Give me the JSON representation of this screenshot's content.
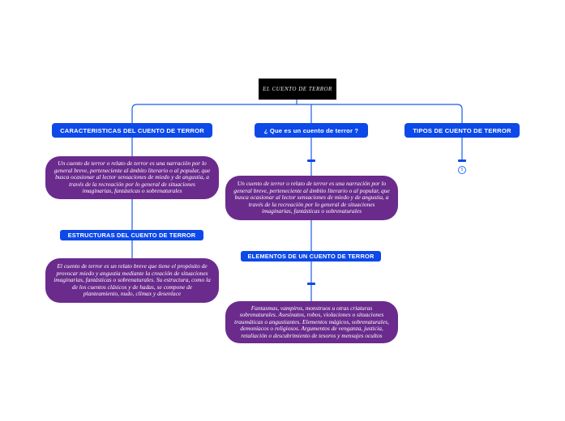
{
  "root": {
    "title": "EL CUENTO DE TERROR"
  },
  "topics": [
    {
      "label": "CARACTERISTICAS DEL CUENTO DE TERROR"
    },
    {
      "label": "¿ Que es un cuento de terror ?"
    },
    {
      "label": "TIPOS DE CUENTO DE TERROR"
    }
  ],
  "subtopics": [
    {
      "label": "ESTRUCTURAS DEL CUENTO DE TERROR"
    },
    {
      "label": "ELEMENTOS DE UN CUENTO DE TERROR"
    }
  ],
  "notes": [
    {
      "text": "Un cuento de terror o relato de terror es una narración por lo general breve, perteneciente al ámbito literario o al popular, que busca ocasionar al lector sensaciones de miedo y de angustia, a través de la recreación por lo general de situaciones imaginarias, fantásticas o sobrenaturales"
    },
    {
      "text": "El cuento de terror es un relato breve que tiene el propósito de provocar miedo y angustia mediante la creación de situaciones imaginarias, fantásticas o sobrenaturales. Su estructura, como la de los cuentos clásicos y de hadas, se compone de planteamiento, nudo, clímax y desenlace"
    },
    {
      "text": "Un cuento de terror o relato de terror es una narración por lo general breve, perteneciente al ámbito literario o al popular, que busca ocasionar al lector sensaciones de miedo y de angustia, a través de la recreación por lo general de situaciones imaginarias, fantásticas o sobrenaturales"
    },
    {
      "text": "Fantasmas, vampiros, monstruos u otras criaturas sobrenaturales. Asesinatos, robos, violaciones o situaciones traumáticas o angustiantes. Elementos mágicos, sobrenaturales, demoníacos o religiosos. Argumentos de venganza, justicia, retaliación o descubrimiento de tesoros y mensajes ocultos"
    }
  ],
  "collapsed_badge": {
    "count": "5"
  },
  "colors": {
    "topic": "#0c49e8",
    "note": "#6a2b8d",
    "root": "#000000",
    "line": "#1c5ce8"
  }
}
